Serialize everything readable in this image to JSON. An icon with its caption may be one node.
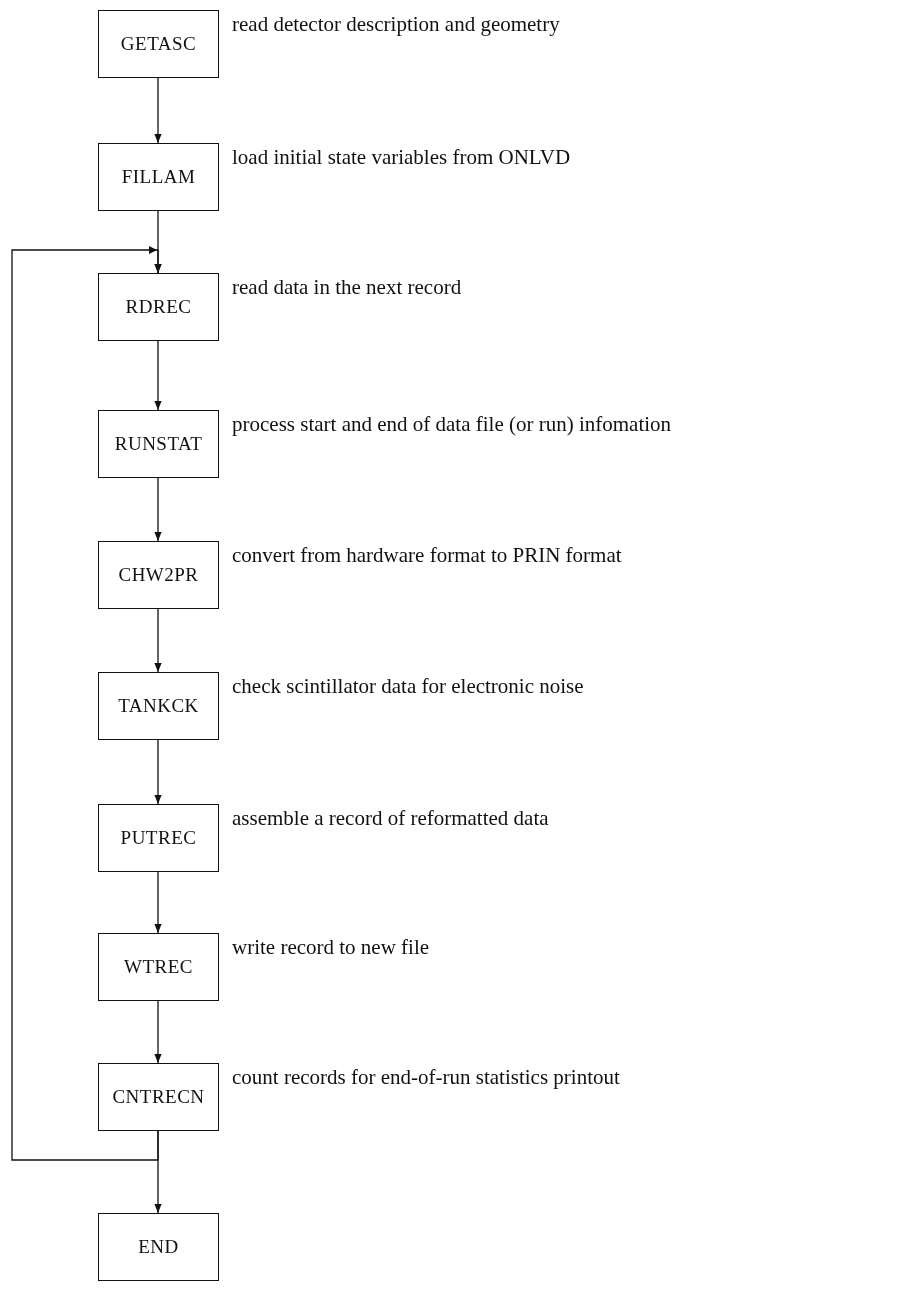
{
  "diagram": {
    "nodes": [
      {
        "text": [
          "GETASC"
        ],
        "beside": [
          "read detector description and geometry"
        ]
      },
      {
        "text": [
          "FILLAM"
        ],
        "beside": [
          "load initial state variables from ONLVD"
        ]
      },
      {
        "text": [
          "RDREC"
        ],
        "beside": [
          "read data in the next record"
        ]
      },
      {
        "text": [
          "RUNSTAT"
        ],
        "beside": [
          "process start and end of data file (or run) infomation"
        ]
      },
      {
        "text": [
          "CHW2PR"
        ],
        "beside": [
          "convert from hardware format to PRIN format"
        ]
      },
      {
        "text": [
          "TANKCK"
        ],
        "beside": [
          "check scintillator data for electronic noise"
        ]
      },
      {
        "text": [
          "PUTREC"
        ],
        "beside": [
          "assemble a record of reformatted data"
        ]
      },
      {
        "text": [
          "WTREC"
        ],
        "beside": [
          "write record to new file"
        ]
      },
      {
        "text": [
          "CNTRECN"
        ],
        "beside": [
          "count records for end-of-run statistics printout"
        ]
      },
      {
        "text": [
          "END"
        ]
      }
    ],
    "edges": [
      {
        "from": 0,
        "to": 1,
        "arrow": "to"
      },
      {
        "from": 1,
        "to": 2,
        "arrow": "to"
      },
      {
        "from": 2,
        "to": 3,
        "arrow": "to"
      },
      {
        "from": 3,
        "to": 4,
        "arrow": "to"
      },
      {
        "from": 4,
        "to": 5,
        "arrow": "to"
      },
      {
        "from": 5,
        "to": 6,
        "arrow": "to"
      },
      {
        "from": 6,
        "to": 7,
        "arrow": "to"
      },
      {
        "from": 7,
        "to": 8,
        "arrow": "to"
      },
      {
        "from": 8,
        "to": 9,
        "arrow": "to"
      },
      {
        "from": 8,
        "to": 2,
        "arrow": "to"
      }
    ]
  }
}
